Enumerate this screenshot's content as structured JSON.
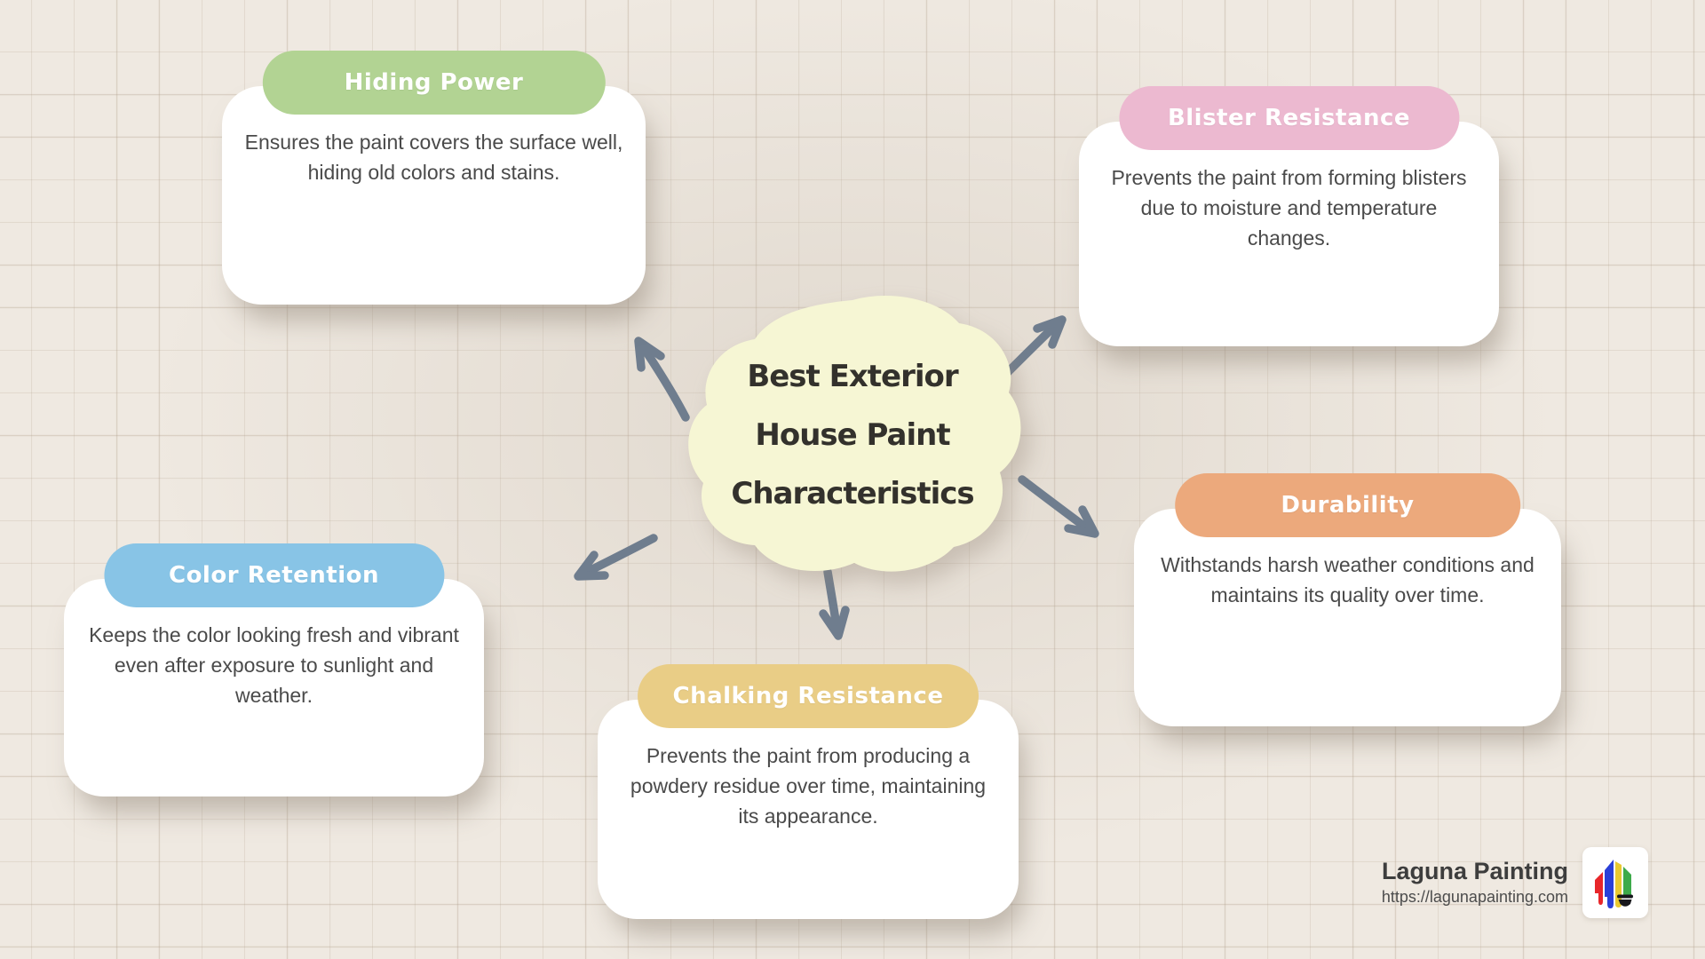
{
  "title": {
    "lines": [
      "Best Exterior",
      "House Paint",
      "Characteristics"
    ]
  },
  "nodes": [
    {
      "id": "hiding-power",
      "label": "Hiding Power",
      "color": "#b2d393",
      "text": "Ensures the paint covers the surface well, hiding old colors and stains."
    },
    {
      "id": "blister-resistance",
      "label": "Blister Resistance",
      "color": "#ecb9d0",
      "text": "Prevents the paint from forming blisters due to moisture and temperature changes."
    },
    {
      "id": "durability",
      "label": "Durability",
      "color": "#eca97c",
      "text": "Withstands harsh weather conditions and maintains its quality over time."
    },
    {
      "id": "color-retention",
      "label": "Color Retention",
      "color": "#88c4e6",
      "text": "Keeps the color looking fresh and vibrant even after exposure to sunlight and weather."
    },
    {
      "id": "chalking-resistance",
      "label": "Chalking Resistance",
      "color": "#e9cd86",
      "text": "Prevents the paint from producing a powdery residue over time, maintaining its appearance."
    }
  ],
  "footer": {
    "brand": "Laguna Painting",
    "url": "https://lagunapainting.com",
    "logo_icon": "paint-drip-house-logo"
  },
  "colors": {
    "background": "#efe9e1",
    "grid_line": "#d5cabd",
    "card": "#ffffff",
    "blob": "#f6f6d4",
    "arrow": "#6f7d8e",
    "title_text": "#33312c",
    "body_text": "#4a4a4a"
  }
}
